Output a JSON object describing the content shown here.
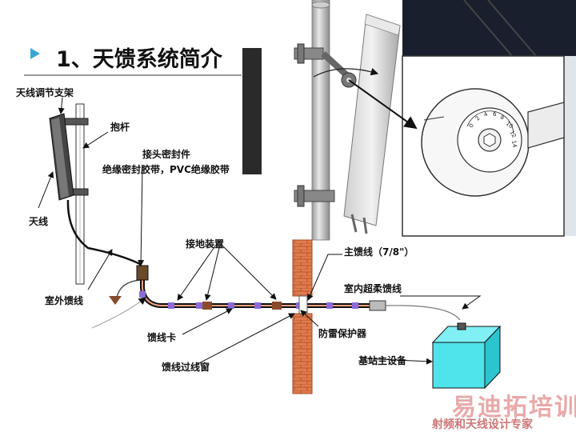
{
  "slide": {
    "title": "1、天馈系统简介"
  },
  "labels": {
    "antenna_bracket": "天线调节支架",
    "pole": "抱杆",
    "connector_seal": "接头密封件",
    "insulation_tape": "绝缘密封胶带，PVC绝缘胶带",
    "antenna": "天线",
    "outdoor_feeder": "室外馈线",
    "grounding_device": "接地装置",
    "main_feeder": "主馈线（7/8\"）",
    "indoor_jumper": "室内超柔馈线",
    "feeder_clamp": "馈线卡",
    "lightning_protector": "防雷保护器",
    "feeder_window": "馈线过线窗",
    "bts_equipment": "基站主设备"
  },
  "dial": {
    "ticks": [
      "0",
      "2",
      "4",
      "6",
      "8",
      "10",
      "12",
      "14"
    ]
  },
  "watermark": {
    "brand": "易迪拓培训",
    "slogan": "射频和天线设计专家"
  },
  "colors": {
    "title_arrow": "#3aa6d6",
    "brick": "#e07b4f",
    "equipment": "#4fe3ec",
    "feeder_clip": "#8b6bd9",
    "ground_clamp": "#8a4a2a"
  }
}
